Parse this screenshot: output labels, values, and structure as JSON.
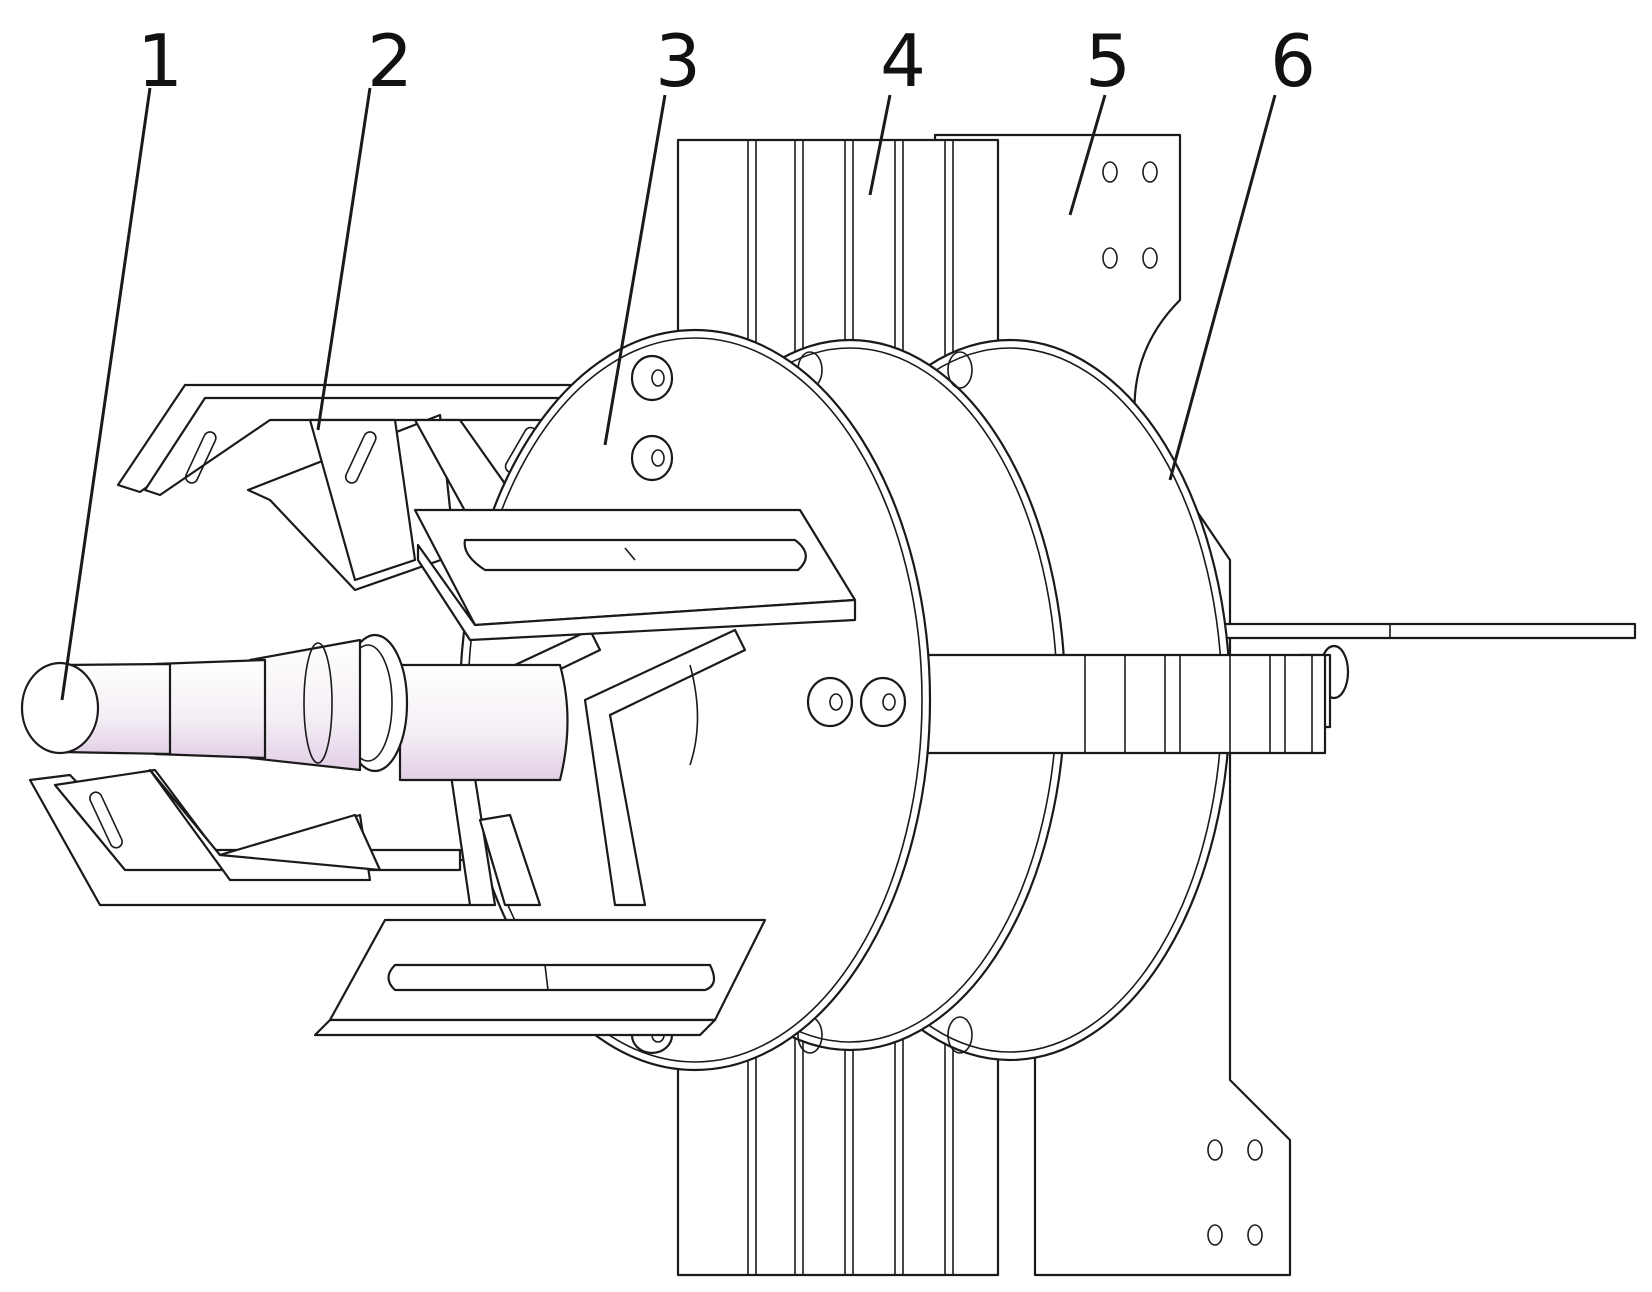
{
  "callouts": [
    {
      "id": "1",
      "text": "1"
    },
    {
      "id": "2",
      "text": "2"
    },
    {
      "id": "3",
      "text": "3"
    },
    {
      "id": "4",
      "text": "4"
    },
    {
      "id": "5",
      "text": "5"
    },
    {
      "id": "6",
      "text": "6"
    }
  ],
  "colors": {
    "line": "#1a1a1a",
    "background": "#ffffff",
    "shaft_tint": "#e9dcea"
  }
}
